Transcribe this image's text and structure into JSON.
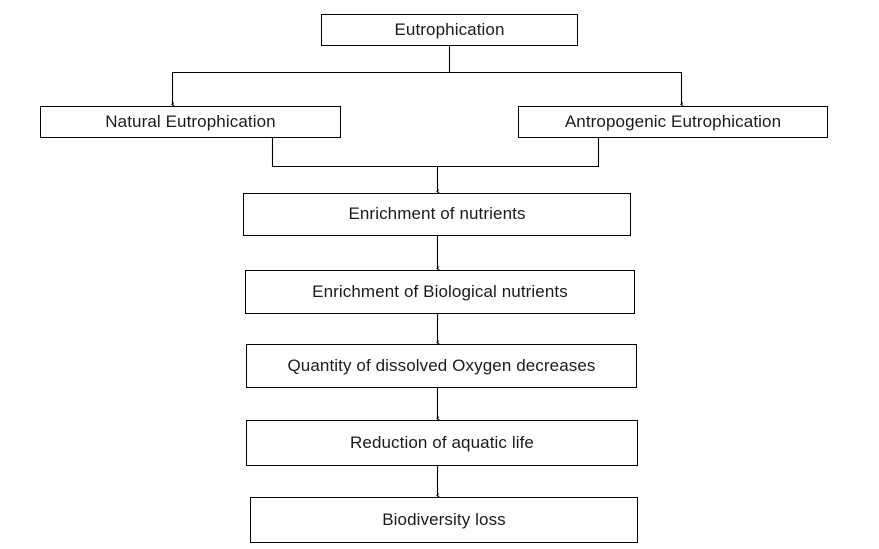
{
  "diagram": {
    "title": "Eutrophication process flowchart",
    "type": "flowchart",
    "line_color": "#000000",
    "box_border_color": "#000000",
    "background_color": "#ffffff",
    "text_color": "#1a1a1a",
    "nodes": [
      {
        "id": "root",
        "label": "Eutrophication"
      },
      {
        "id": "natural",
        "label": "Natural Eutrophication"
      },
      {
        "id": "anthro",
        "label": "Antropogenic Eutrophication"
      },
      {
        "id": "nutrients",
        "label": "Enrichment of nutrients"
      },
      {
        "id": "bio_nutrients",
        "label": "Enrichment of Biological nutrients"
      },
      {
        "id": "oxygen",
        "label": "Quantity of dissolved Oxygen decreases"
      },
      {
        "id": "reduction",
        "label": "Reduction of aquatic life"
      },
      {
        "id": "biodiversity",
        "label": "Biodiversity loss"
      }
    ],
    "edges": [
      {
        "from": "root",
        "to": "natural",
        "arrow": "down"
      },
      {
        "from": "root",
        "to": "anthro",
        "arrow": "down"
      },
      {
        "from": "natural",
        "to": "nutrients",
        "arrow": "down"
      },
      {
        "from": "anthro",
        "to": "nutrients",
        "arrow": "down"
      },
      {
        "from": "nutrients",
        "to": "bio_nutrients",
        "arrow": "down"
      },
      {
        "from": "bio_nutrients",
        "to": "oxygen",
        "arrow": "down"
      },
      {
        "from": "oxygen",
        "to": "reduction",
        "arrow": "down"
      },
      {
        "from": "reduction",
        "to": "biodiversity",
        "arrow": "down"
      }
    ]
  }
}
